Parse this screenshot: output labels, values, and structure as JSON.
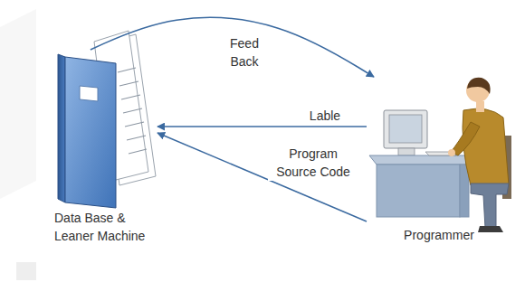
{
  "diagram": {
    "nodes": [
      {
        "text": [
          "Data Base & Leaner Machine"
        ]
      },
      {
        "text": [
          "Programmer"
        ]
      }
    ],
    "edges": [
      {
        "from": 0,
        "to": 1,
        "label": "Feed Back",
        "arrow": "to"
      },
      {
        "from": 1,
        "to": 0,
        "label": "Lable",
        "arrow": "to"
      },
      {
        "from": 1,
        "to": 0,
        "label": "Program Source Code",
        "arrow": "to"
      }
    ]
  }
}
